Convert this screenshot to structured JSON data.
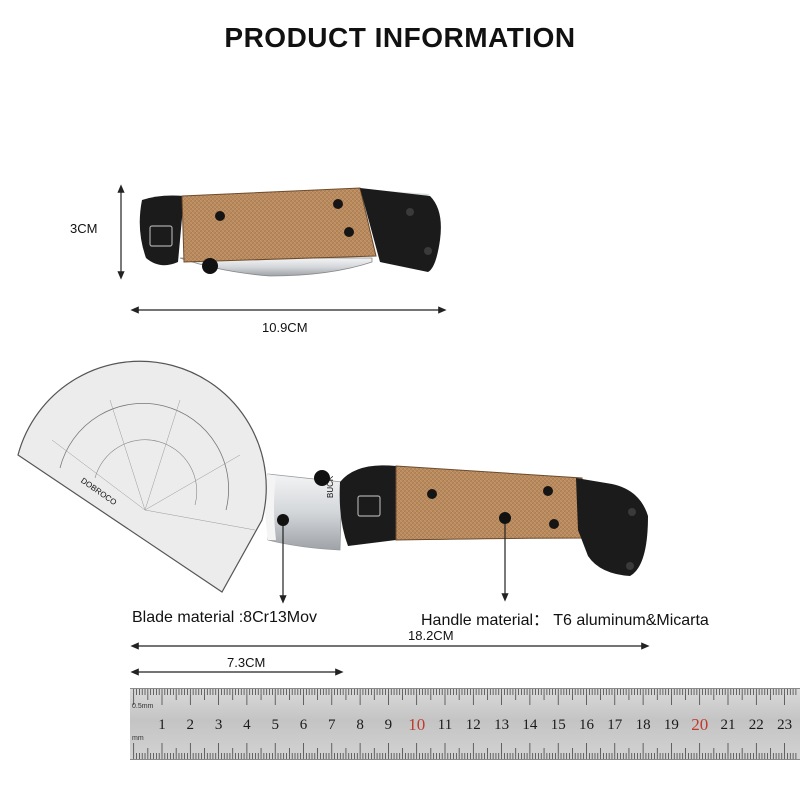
{
  "title": "PRODUCT INFORMATION",
  "dimensions": {
    "height_label": "3CM",
    "closed_length_label": "10.9CM",
    "total_length_label": "18.2CM",
    "blade_length_label": "7.3CM"
  },
  "materials": {
    "blade": "Blade material :8Cr13Mov",
    "handle": "Handle material： T6 aluminum&Micarta"
  },
  "blade_engraving": "BUCK",
  "ruler": {
    "numbers": [
      "1",
      "2",
      "3",
      "4",
      "5",
      "6",
      "7",
      "8",
      "9",
      "10",
      "11",
      "12",
      "13",
      "14",
      "15",
      "16",
      "17",
      "18",
      "19",
      "20",
      "21",
      "22",
      "23"
    ],
    "highlighted": [
      "10",
      "20"
    ],
    "unit_top": "0.5mm",
    "unit_bottom": "mm",
    "accent_color": "#c0392b"
  },
  "protractor": {
    "brand_text": "DOBROCO"
  },
  "colors": {
    "micarta": "#b98a5e",
    "bolster": "#1b1b1b",
    "blade": "#d9dcdf"
  }
}
